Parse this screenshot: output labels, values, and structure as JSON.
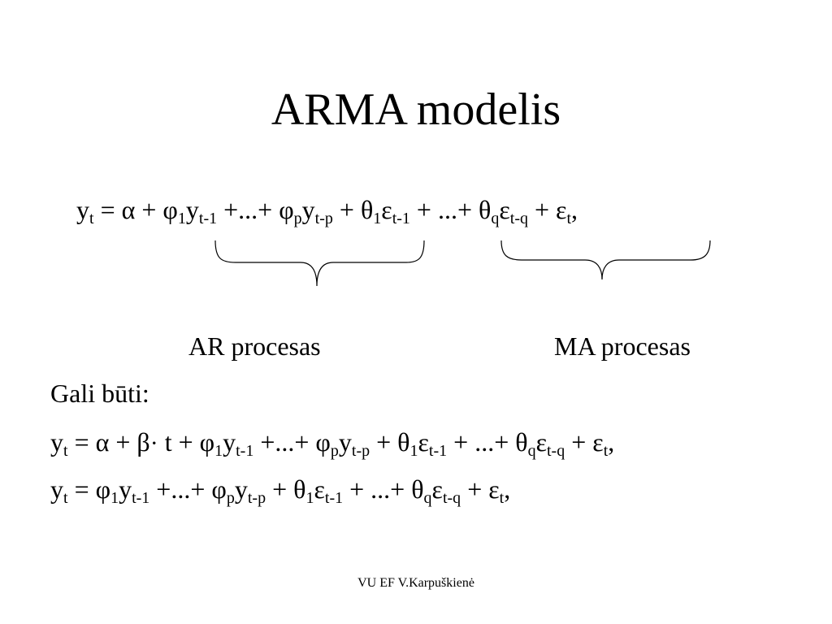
{
  "title": "ARMA modelis",
  "labels": {
    "ar": "AR procesas",
    "ma": "MA procesas",
    "gali": "Gali būti:"
  },
  "footer": "VU EF V.Karpuškienė",
  "sym": {
    "y": "y",
    "eq": " = ",
    "alpha": "α",
    "beta": "β",
    "phi": "φ",
    "theta": "θ",
    "eps": "ε",
    "plus": " + ",
    "dots": " +...+ ",
    "dots2": " +  ...+ ",
    "comma": ",",
    "dot": "·",
    "t": " t ",
    "plus2": " +  "
  },
  "subs": {
    "t": "t",
    "one": "1",
    "tm1": "t-1",
    "p": "p",
    "tmp": "t-p",
    "q": "q",
    "tmq": "t-q"
  }
}
